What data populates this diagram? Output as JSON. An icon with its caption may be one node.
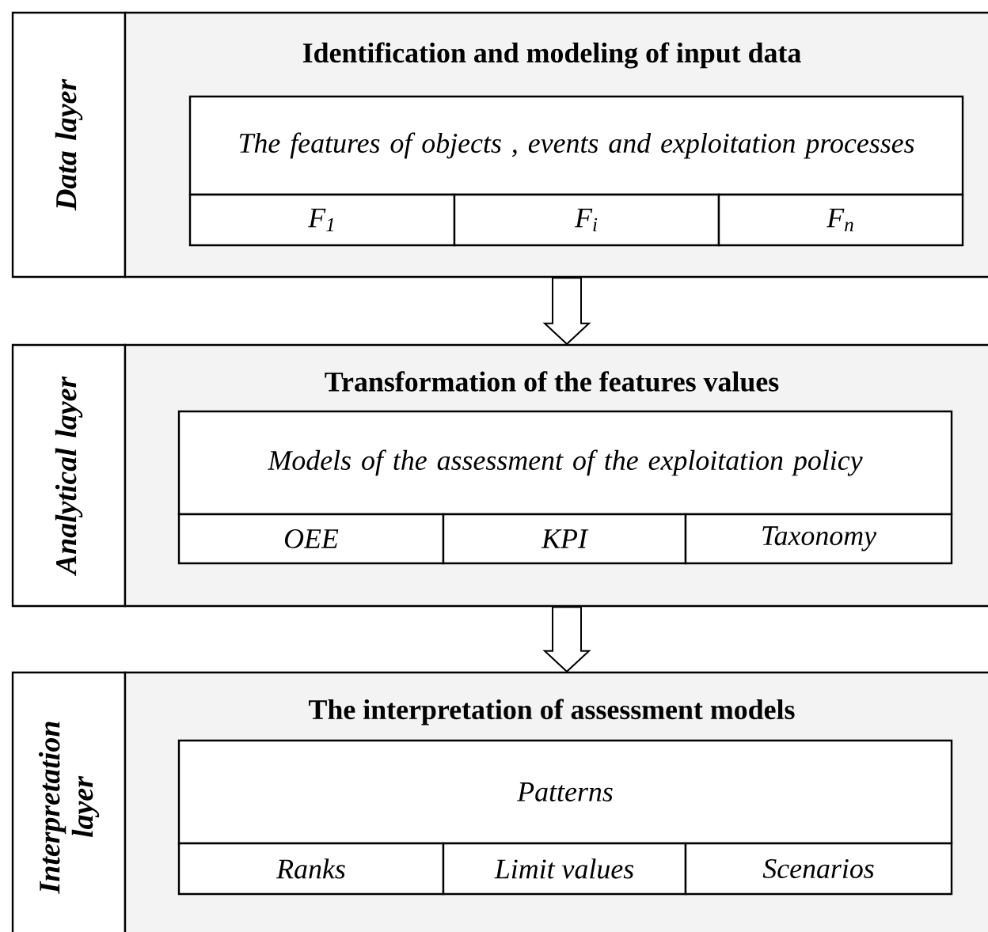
{
  "diagram": {
    "nodes": [
      {
        "text": [
          "Data layer"
        ]
      },
      {
        "text": [
          "Identification and modeling of input data"
        ]
      },
      {
        "text": [
          "The features of objects , events and exploitation processes"
        ],
        "in": 1
      },
      {
        "text": [
          "F$_{1}$"
        ],
        "in": 1
      },
      {
        "text": [
          "F$_{i}$"
        ],
        "in": 1
      },
      {
        "text": [
          "F$_{n}$"
        ],
        "in": 1
      },
      {
        "text": [
          "Analytical layer"
        ]
      },
      {
        "text": [
          "Transformation of the features values"
        ]
      },
      {
        "text": [
          "Models of the assessment of the exploitation policy"
        ],
        "in": 7
      },
      {
        "text": [
          "OEE"
        ],
        "in": 7
      },
      {
        "text": [
          "KPI"
        ],
        "in": 7
      },
      {
        "text": [
          "Taxonomy"
        ],
        "in": 7
      },
      {
        "text": [
          "Interpretation layer"
        ]
      },
      {
        "text": [
          "The interpretation of assessment models"
        ]
      },
      {
        "text": [
          "Patterns"
        ],
        "in": 13
      },
      {
        "text": [
          "Ranks"
        ],
        "in": 13
      },
      {
        "text": [
          "Limit values"
        ],
        "in": 13
      },
      {
        "text": [
          "Scenarios"
        ],
        "in": 13
      }
    ],
    "edges": [
      {
        "from": 1,
        "to": 7,
        "arrow": "to"
      },
      {
        "from": 7,
        "to": 13,
        "arrow": "to"
      }
    ]
  }
}
